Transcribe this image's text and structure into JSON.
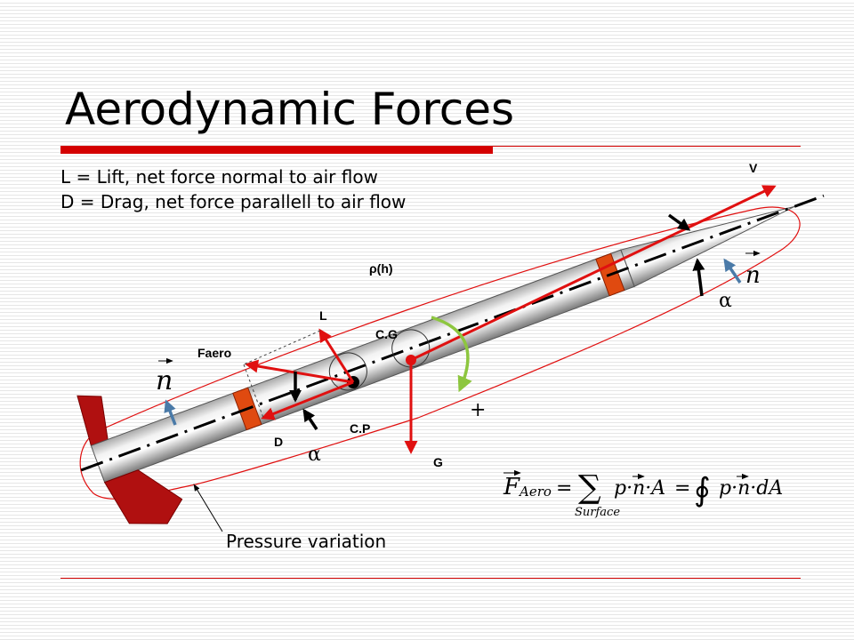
{
  "title": "Aerodynamic Forces",
  "definitions": {
    "lift": "L = Lift, net force normal to air flow",
    "drag": "D = Drag, net force parallell to air flow"
  },
  "labels": {
    "velocity": "V",
    "density": "ρ(h)",
    "lift": "L",
    "cg": "C.G",
    "faero": "Faero",
    "cp": "C.P",
    "drag": "D",
    "gravity": "G",
    "alpha": "α",
    "plus": "+",
    "normal": "n",
    "pressure": "Pressure variation"
  },
  "equation": {
    "lhs": "F",
    "lhs_sub": "Aero",
    "eq1": "=",
    "sum_sub": "Surface",
    "sum_body": "p·n·A",
    "eq2": "=",
    "int_body": "p·n·dA"
  },
  "colors": {
    "force": "#e01010",
    "accent": "#d40000",
    "green": "#8dc63f",
    "blue": "#4a7aa8",
    "fin": "#b01010",
    "ring": "#e04a10"
  }
}
